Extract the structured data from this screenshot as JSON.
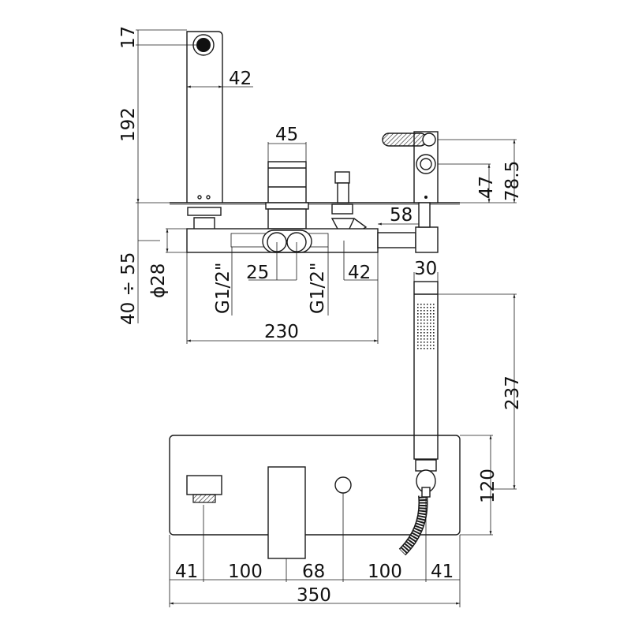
{
  "drawing": {
    "units": "mm",
    "colors": {
      "line": "#1a1a1a",
      "background": "#ffffff"
    },
    "side_view": {
      "spout_outlet": "17",
      "spout_width": "42",
      "spout_height": "192",
      "cartridge_width": "45",
      "holder_height": "78.5",
      "holder_outlet_height": "47",
      "holder_offset": "58",
      "deck_thickness": "40 ÷ 55",
      "pipe_diameter": "ϕ28",
      "inlet_left": "G1/2\"",
      "inlet_right": "G1/2\"",
      "inlet_spacing": "25",
      "diverter_offset": "42",
      "body_length": "230",
      "handshower_width": "30",
      "handshower_length": "237"
    },
    "top_view": {
      "plate_depth": "120",
      "spacing": [
        "41",
        "100",
        "68",
        "100",
        "41"
      ],
      "plate_length": "350"
    }
  }
}
